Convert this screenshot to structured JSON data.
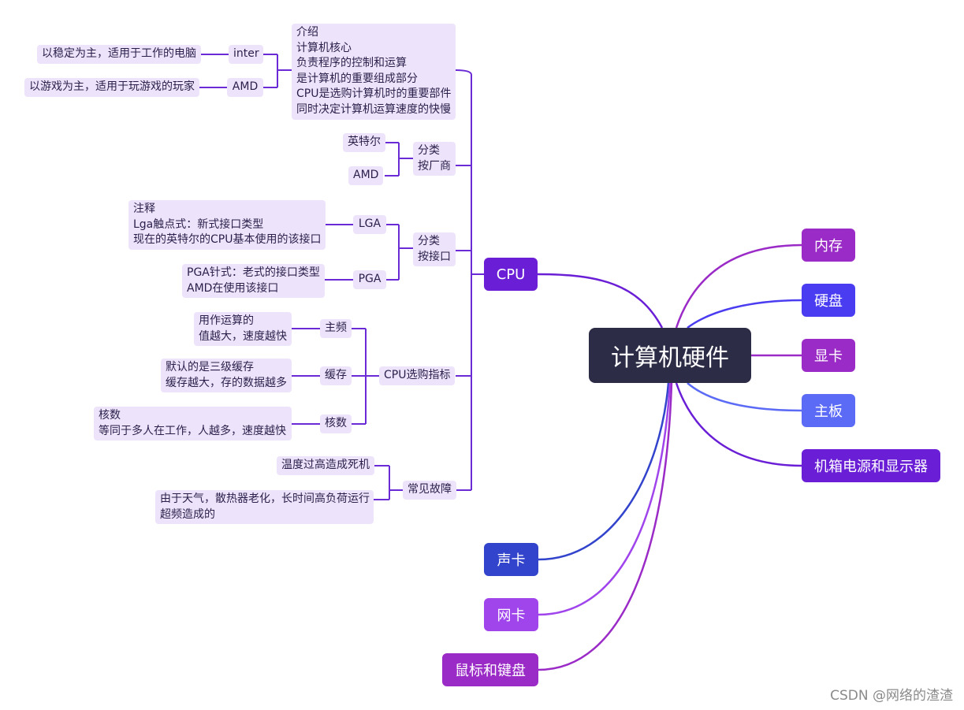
{
  "root": {
    "label": "计算机硬件",
    "color": "#2c2c46"
  },
  "branches": {
    "cpu": {
      "label": "CPU",
      "color": "#6a1fd6"
    },
    "memory": {
      "label": "内存",
      "color": "#9b2bc7"
    },
    "disk": {
      "label": "硬盘",
      "color": "#4a3cf0"
    },
    "gpu": {
      "label": "显卡",
      "color": "#9b2bc7"
    },
    "motherboard": {
      "label": "主板",
      "color": "#5b6bf5"
    },
    "case_psu_monitor": {
      "label": "机箱电源和显示器",
      "color": "#6a1fd6"
    },
    "sound": {
      "label": "声卡",
      "color": "#3344cc"
    },
    "nic": {
      "label": "网卡",
      "color": "#a044ec"
    },
    "mouse_keyboard": {
      "label": "鼠标和键盘",
      "color": "#9b2bc7"
    }
  },
  "cpu": {
    "intro": {
      "text": "介绍\n计算机核心\n负责程序的控制和运算\n是计算机的重要组成部分\nCPU是选购计算机时的重要部件\n同时决定计算机运算速度的快慢",
      "inter": {
        "label": "inter",
        "note": "以稳定为主，适用于工作的电脑"
      },
      "amd": {
        "label": "AMD",
        "note": "以游戏为主，适用于玩游戏的玩家"
      }
    },
    "by_vendor": {
      "label": "分类\n按厂商",
      "items": [
        "英特尔",
        "AMD"
      ]
    },
    "by_socket": {
      "label": "分类\n按接口",
      "lga": {
        "label": "LGA",
        "note": "注释\nLga触点式：新式接口类型\n现在的英特尔的CPU基本使用的该接口"
      },
      "pga": {
        "label": "PGA",
        "note": "PGA针式：老式的接口类型\nAMD在使用该接口"
      }
    },
    "buying": {
      "label": "CPU选购指标",
      "freq": {
        "label": "主频",
        "note": "用作运算的\n值越大，速度越快"
      },
      "cache": {
        "label": "缓存",
        "note": "默认的是三级缓存\n缓存越大，存的数据越多"
      },
      "cores": {
        "label": "核数",
        "note": "核数\n等同于多人在工作，人越多，速度越快"
      }
    },
    "faults": {
      "label": "常见故障",
      "items": [
        "温度过高造成死机",
        "由于天气，散热器老化，长时间高负荷运行\n超频造成的"
      ]
    }
  },
  "watermark": "CSDN @网络的渣渣",
  "line_color": "#6a2bd6"
}
